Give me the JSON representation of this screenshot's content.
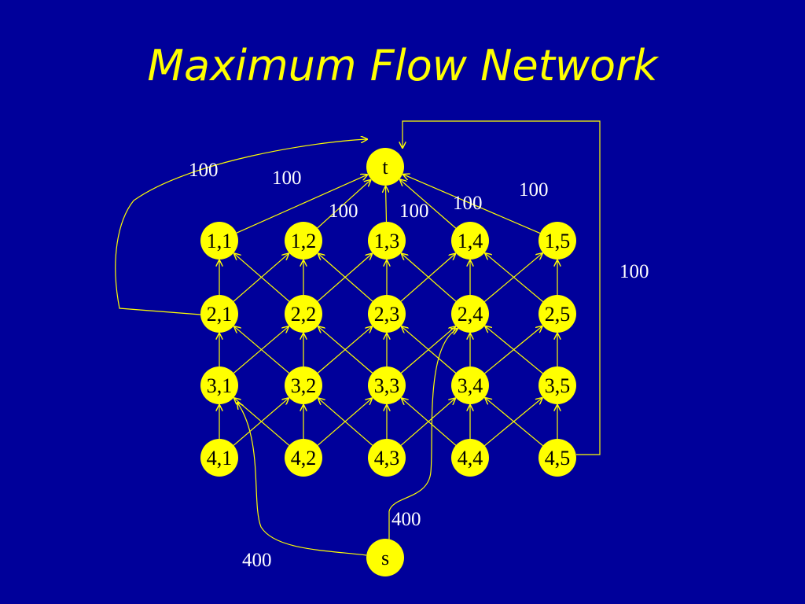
{
  "title": "Maximum Flow Network",
  "colors": {
    "background": "#00009a",
    "node": "#ffff00",
    "edge": "#ffff00",
    "text": "#ffffff",
    "title": "#ffff00"
  },
  "nodes": {
    "t": "t",
    "s": "s",
    "grid": [
      [
        "1,1",
        "1,2",
        "1,3",
        "1,4",
        "1,5"
      ],
      [
        "2,1",
        "2,2",
        "2,3",
        "2,4",
        "2,5"
      ],
      [
        "3,1",
        "3,2",
        "3,3",
        "3,4",
        "3,5"
      ],
      [
        "4,1",
        "4,2",
        "4,3",
        "4,4",
        "4,5"
      ]
    ]
  },
  "capacities": {
    "left_loop_to_t": "100",
    "row1_col1_to_t": "100",
    "row1_col2_to_t": "100",
    "row1_col3_to_t": "100",
    "row1_col4_to_t": "100",
    "row1_col5_to_t": "100",
    "right_loop_to_t": "100",
    "s_to_2_4": "400",
    "s_to_3_1": "400"
  }
}
